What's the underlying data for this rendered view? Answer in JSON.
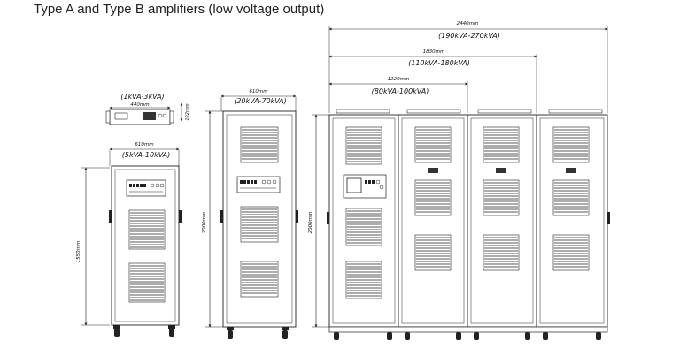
{
  "title": "Type A and Type B amplifiers (low voltage output)",
  "units": [
    {
      "name": "1-3kVA rack unit",
      "range": "(1kVA-3kVA)",
      "width": "440mm",
      "height": "102mm"
    },
    {
      "name": "5-10kVA cabinet",
      "range": "(5kVA-10kVA)",
      "width": "610mm",
      "height": "1550mm"
    },
    {
      "name": "20-70kVA cabinet",
      "range": "(20kVA-70kVA)",
      "width": "610mm",
      "height": "2000mm"
    },
    {
      "name": "80-270kVA multi-cabinet",
      "height": "2000mm",
      "spans": [
        {
          "range": "(80kVA-100kVA)",
          "width": "1220mm"
        },
        {
          "range": "(110kVA-180kVA)",
          "width": "1830mm"
        },
        {
          "range": "(190kVA-270kVA)",
          "width": "2440mm"
        }
      ]
    }
  ]
}
